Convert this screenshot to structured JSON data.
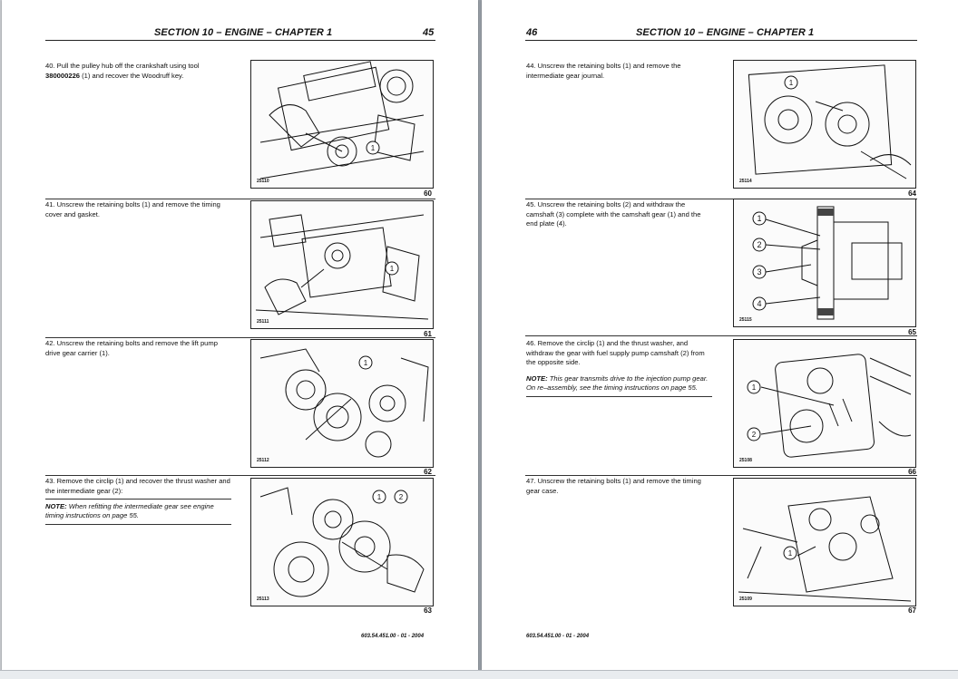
{
  "left_page": {
    "section_title": "SECTION 10 – ENGINE – CHAPTER 1",
    "page_number": "45",
    "footer": "603.54.451.00 - 01 - 2004",
    "steps": [
      {
        "pre": "40. Pull the pulley hub off the crankshaft using tool ",
        "bold": "380000226",
        "post": " (1) and recover the Woodruff key."
      },
      {
        "text": "41. Unscrew the retaining bolts (1) and remove the timing cover and gasket."
      },
      {
        "text": "42. Unscrew the retaining bolts and remove the lift pump drive gear carrier (1)."
      },
      {
        "text": "43. Remove the circlip (1) and recover the thrust washer and the intermediate gear (2):"
      }
    ],
    "note": {
      "label": "NOTE:",
      "text": " When refitting the intermediate gear see engine timing instructions on page 55."
    },
    "figures": [
      {
        "number": "60",
        "code": "25110",
        "callouts": [
          "1"
        ]
      },
      {
        "number": "61",
        "code": "25111",
        "callouts": [
          "1"
        ]
      },
      {
        "number": "62",
        "code": "25112",
        "callouts": [
          "1"
        ]
      },
      {
        "number": "63",
        "code": "25113",
        "callouts": [
          "1",
          "2"
        ]
      }
    ]
  },
  "right_page": {
    "section_title": "SECTION 10 – ENGINE – CHAPTER 1",
    "page_number": "46",
    "footer": "603.54.451.00 - 01 - 2004",
    "steps": [
      {
        "text": "44. Unscrew the retaining bolts (1) and remove the intermediate gear journal."
      },
      {
        "text": "45. Unscrew the retaining bolts (2) and withdraw the camshaft (3) complete with the camshaft gear (1) and the end plate (4)."
      },
      {
        "text": "46. Remove the circlip (1) and the thrust washer, and withdraw the gear with fuel supply pump camshaft (2) from the opposite side."
      },
      {
        "text": "47. Unscrew the retaining bolts (1) and remove the timing gear case."
      }
    ],
    "note": {
      "label": "NOTE:",
      "text": " This gear transmits drive to the injection pump gear. On re–assembly, see the timing instructions on page 55."
    },
    "figures": [
      {
        "number": "64",
        "code": "25114",
        "callouts": [
          "1"
        ]
      },
      {
        "number": "65",
        "code": "25115",
        "callouts": [
          "1",
          "2",
          "3",
          "4"
        ]
      },
      {
        "number": "66",
        "code": "25108",
        "callouts": [
          "1",
          "2"
        ]
      },
      {
        "number": "67",
        "code": "25109",
        "callouts": [
          "1"
        ]
      }
    ]
  }
}
